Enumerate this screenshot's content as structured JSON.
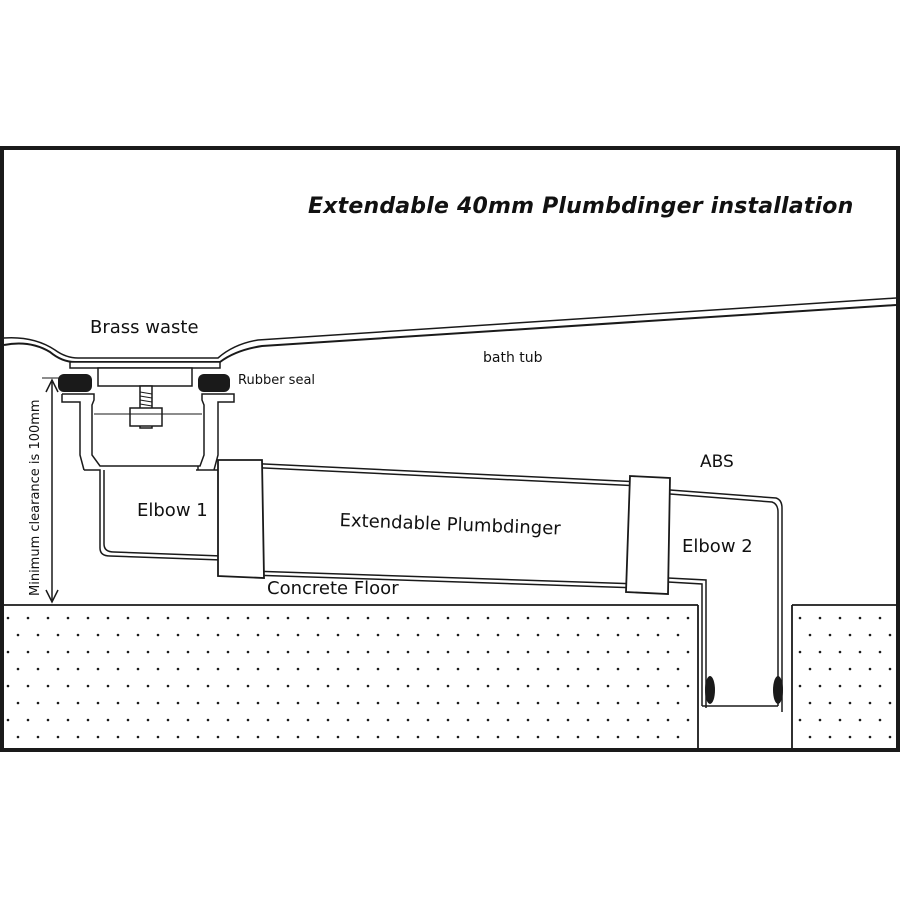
{
  "title": "Extendable 40mm Plumbdinger installation",
  "labels": {
    "brass_waste": "Brass waste",
    "rubber_seal": "Rubber seal",
    "bath_tub": "bath tub",
    "abs": "ABS",
    "elbow_1": "Elbow 1",
    "elbow_2": "Elbow 2",
    "extendable_plumbdinger": "Extendable Plumbdinger",
    "concrete_floor": "Concrete Floor",
    "minimum_clearance": "Minimum clearance is 100mm"
  },
  "colors": {
    "line": "#1a1a1a",
    "background": "#ffffff",
    "seal": "#1a1a1a"
  }
}
